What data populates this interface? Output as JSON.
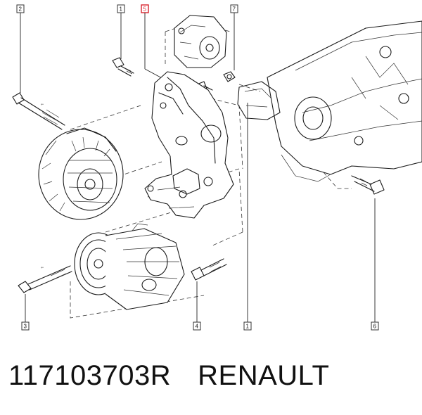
{
  "callouts": {
    "c1a": "1",
    "c2": "2",
    "c3": "3",
    "c4": "4",
    "c5": "5",
    "c6": "6",
    "c7": "7",
    "c1b": "1"
  },
  "highlight_color": "#d9232e",
  "caption": {
    "part_number": "117103703R",
    "brand": "RENAULT"
  }
}
